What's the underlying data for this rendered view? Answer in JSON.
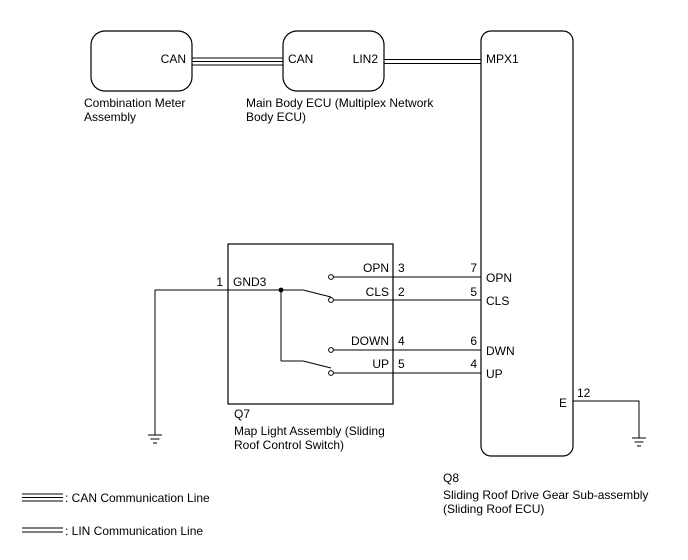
{
  "components": {
    "combination_meter": {
      "pin": "CAN",
      "label_line1": "Combination Meter",
      "label_line2": "Assembly"
    },
    "main_body_ecu": {
      "pin_left": "CAN",
      "pin_right": "LIN2",
      "label_line1": "Main Body ECU (Multiplex Network",
      "label_line2": "Body ECU)"
    },
    "sliding_roof_ecu": {
      "pin_mpx": "MPX1",
      "code": "Q8",
      "label_line1": "Sliding Roof Drive Gear Sub-assembly",
      "label_line2": "(Sliding Roof ECU)",
      "pins": {
        "opn": {
          "num": "7",
          "name": "OPN"
        },
        "cls": {
          "num": "5",
          "name": "CLS"
        },
        "dwn": {
          "num": "6",
          "name": "DWN"
        },
        "up": {
          "num": "4",
          "name": "UP"
        },
        "e": {
          "num": "12",
          "name": "E"
        }
      }
    },
    "map_light": {
      "code": "Q7",
      "label_line1": "Map Light Assembly (Sliding",
      "label_line2": "Roof Control Switch)",
      "gnd_pin": {
        "num": "1",
        "name": "GND3"
      },
      "pins": {
        "opn": {
          "num": "3",
          "name": "OPN"
        },
        "cls": {
          "num": "2",
          "name": "CLS"
        },
        "down": {
          "num": "4",
          "name": "DOWN"
        },
        "up": {
          "num": "5",
          "name": "UP"
        }
      }
    }
  },
  "legend": {
    "can": ": CAN Communication Line",
    "lin": ": LIN Communication Line"
  }
}
